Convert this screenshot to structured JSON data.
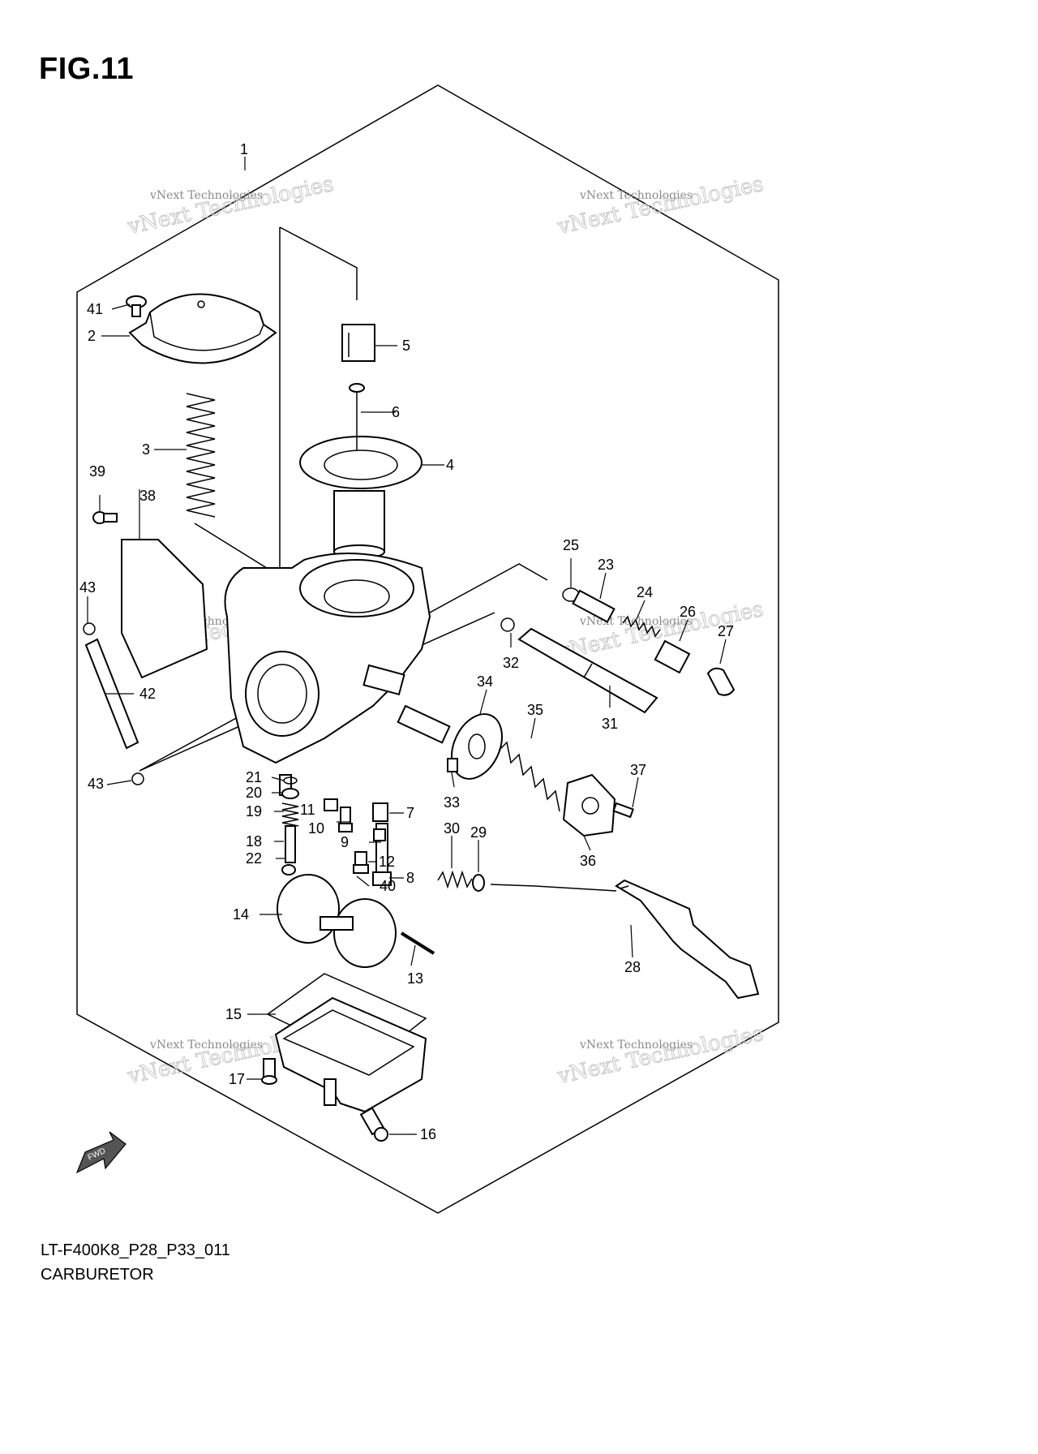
{
  "figure_title": "FIG.11",
  "model_code": "LT-F400K8_P28_P33_011",
  "caption": "CARBURETOR",
  "watermark": {
    "small": "vNext Technologies",
    "big": "vNext Technologies"
  },
  "fwd_label": "FWD",
  "callouts": {
    "c1": "1",
    "c2": "2",
    "c3": "3",
    "c4": "4",
    "c5": "5",
    "c6": "6",
    "c7": "7",
    "c8": "8",
    "c9": "9",
    "c10": "10",
    "c11": "11",
    "c12": "12",
    "c13": "13",
    "c14": "14",
    "c15": "15",
    "c16": "16",
    "c17": "17",
    "c18": "18",
    "c19": "19",
    "c20": "20",
    "c21": "21",
    "c22": "22",
    "c23": "23",
    "c24": "24",
    "c25": "25",
    "c26": "26",
    "c27": "27",
    "c28": "28",
    "c29": "29",
    "c30": "30",
    "c31": "31",
    "c32": "32",
    "c33": "33",
    "c34": "34",
    "c35": "35",
    "c36": "36",
    "c37": "37",
    "c38": "38",
    "c39": "39",
    "c40": "40",
    "c41": "41",
    "c42": "42",
    "c43a": "43",
    "c43b": "43"
  }
}
